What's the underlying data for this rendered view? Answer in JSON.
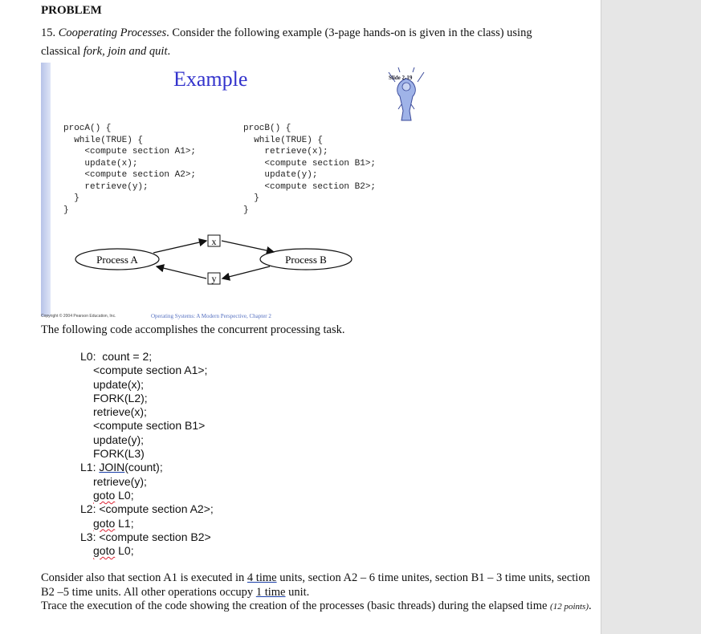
{
  "document": {
    "heading": "PROBLEM",
    "problem_number": "15.",
    "problem_title": "Cooperating Processes",
    "intro_text": ". Consider the following example (3-page hands-on is given in the class) using classical ",
    "intro_italic": "fork, join and quit",
    "intro_end": ".",
    "slide": {
      "title": "Example",
      "badge": "Slide 2-19",
      "procA": [
        "procA() {",
        "  while(TRUE) {",
        "    <compute section A1>;",
        "    update(x);",
        "    <compute section A2>;",
        "    retrieve(y);",
        "  }",
        "}"
      ],
      "procB": [
        "procB() {",
        "  while(TRUE) {",
        "    retrieve(x);",
        "    <compute section B1>;",
        "    update(y);",
        "    <compute section B2>;",
        "  }",
        "}"
      ],
      "process_a_label": "Process A",
      "process_b_label": "Process B",
      "var_x": "x",
      "var_y": "y",
      "copyright": "Copyright © 2004 Pearson Education, Inc.",
      "series": "Operating Systems: A Modern Perspective, Chapter 2"
    },
    "para2": "The following code accomplishes the concurrent processing task.",
    "code": {
      "l0_label": "L0:",
      "l0_stmt": "count = 2;",
      "a1": "<compute section A1>;",
      "update_x": "update(x);",
      "fork_l2": "FORK(L2);",
      "retrieve_x": "retrieve(x);",
      "b1": "<compute section B1>",
      "update_y": "update(y);",
      "fork_l3": "FORK(L3)",
      "l1_label": "L1:",
      "join_kw": "JOIN",
      "join_rest": "(count);",
      "retrieve_y": "retrieve(y);",
      "goto_kw": "goto",
      "goto_l0": "L0;",
      "l2_label": "L2:",
      "a2": "<compute section A2>;",
      "goto_l1": "L1;",
      "l3_label": "L3:",
      "b2": "<compute section B2>"
    },
    "para3": {
      "t1": "Consider also that section A1 is executed in ",
      "u1": "4 time",
      "t2": " units, section A2 – 6 time unites, section B1 – 3 time units, section B2 –5 time units. All other operations occupy ",
      "u2": "1 time",
      "t3": " unit.",
      "t4": "Trace the execution of the code showing the creation of the processes (basic threads) during the elapsed time ",
      "points": "(12 points)",
      "t5": "."
    }
  }
}
